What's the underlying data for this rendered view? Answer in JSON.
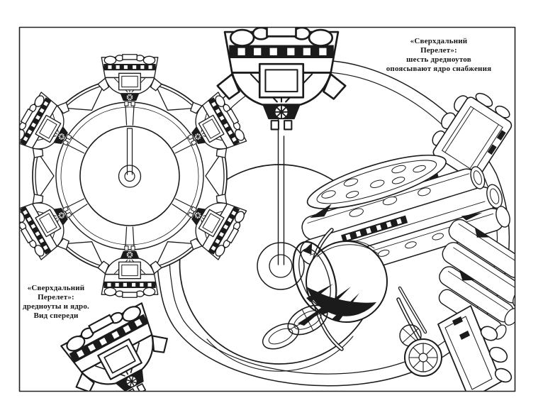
{
  "page": {
    "background_color": "#ffffff",
    "ink_color": "#1b1b1b",
    "description_counts": {
      "dreadnoughts_in_ring": 6
    }
  },
  "captions": {
    "perspective_view": {
      "lines": [
        "«Сверхдальний",
        "Перелет»:",
        "шесть дредноутов",
        "опоясывают ядро снабжения"
      ]
    },
    "front_view": {
      "lines": [
        "«Сверхдальний",
        "Перелет»:",
        "дредноуты и ядро.",
        "Вид спереди"
      ]
    }
  }
}
